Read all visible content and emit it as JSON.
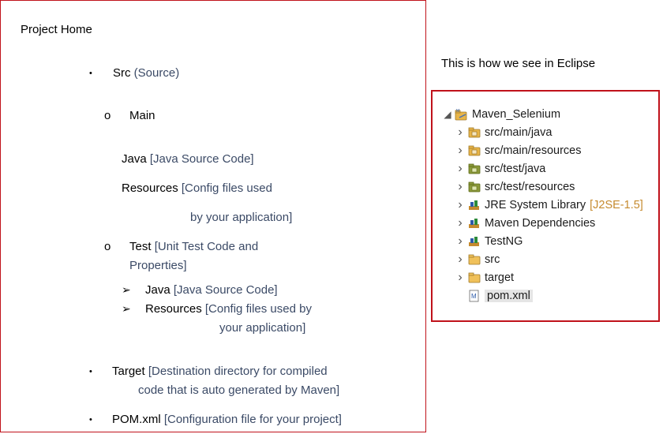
{
  "left": {
    "title": "Project Home",
    "src_label": "Src",
    "src_note": "(Source)",
    "main_label": "Main",
    "main_java_label": "Java",
    "main_java_note": "[Java Source Code]",
    "main_resources_label": "Resources",
    "main_resources_note_1": "[Config files used",
    "main_resources_note_2": "by your application]",
    "test_label": "Test",
    "test_note_1": "[Unit Test Code and",
    "test_note_2": "Properties]",
    "test_java_label": "Java",
    "test_java_note": "[Java Source Code]",
    "test_resources_label": "Resources",
    "test_resources_note_1": "[Config files used by",
    "test_resources_note_2": "your application]",
    "target_label": "Target",
    "target_note_1": "[Destination directory for compiled",
    "target_note_2": "code that is auto generated by Maven]",
    "pom_label": "POM.xml",
    "pom_note": "[Configuration file for your project]",
    "bullet_glyph": "•",
    "circle_glyph": "o",
    "arrow_glyph": "➢"
  },
  "eclipse": {
    "caption": "This is how we see in Eclipse",
    "project_name": "Maven_Selenium",
    "items": [
      {
        "label": "src/main/java",
        "icon": "source-folder-icon"
      },
      {
        "label": "src/main/resources",
        "icon": "source-folder-icon"
      },
      {
        "label": "src/test/java",
        "icon": "test-source-folder-icon"
      },
      {
        "label": "src/test/resources",
        "icon": "test-source-folder-icon"
      },
      {
        "label": "JRE System Library",
        "extra": "[J2SE-1.5]",
        "icon": "library-icon"
      },
      {
        "label": "Maven Dependencies",
        "icon": "library-icon"
      },
      {
        "label": "TestNG",
        "icon": "library-icon"
      },
      {
        "label": "src",
        "icon": "folder-icon"
      },
      {
        "label": "target",
        "icon": "folder-icon"
      },
      {
        "label": "pom.xml",
        "icon": "pom-file-icon"
      }
    ],
    "colors": {
      "border": "#c0121b",
      "folder": "#e8b548",
      "library": "#c58a2e"
    }
  }
}
